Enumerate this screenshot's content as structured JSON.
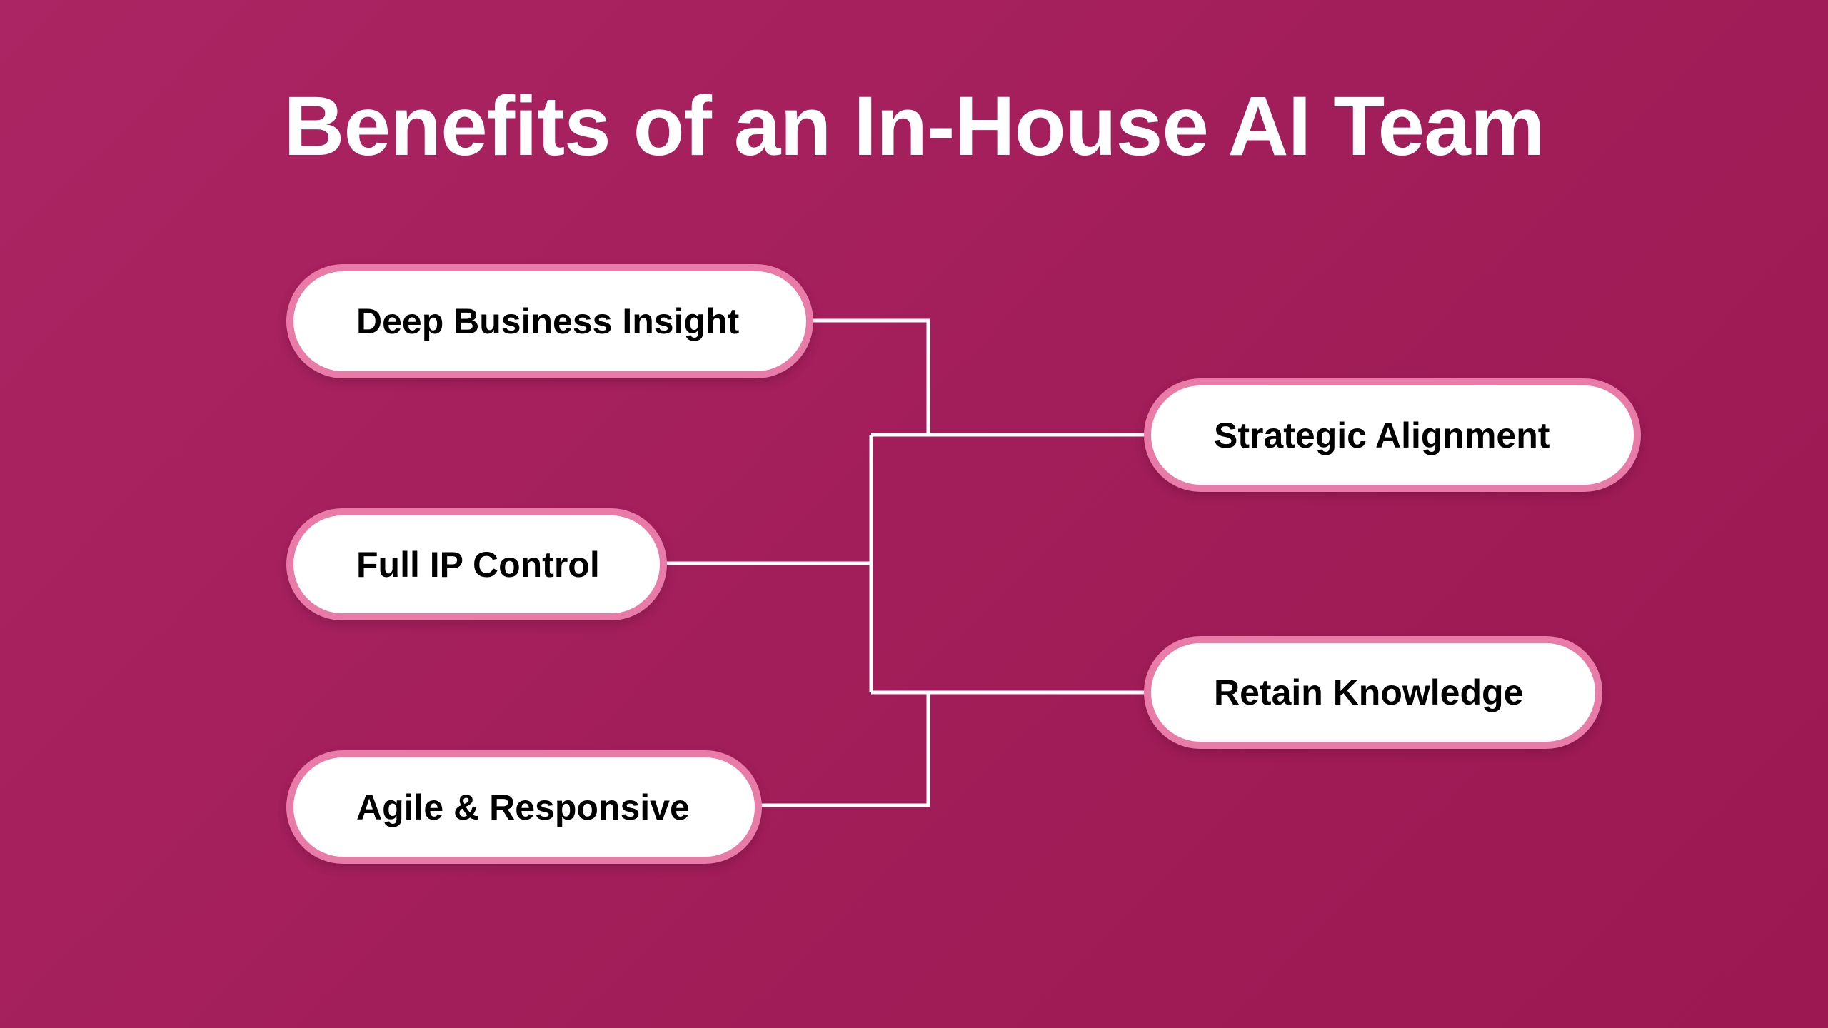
{
  "title": "Benefits of an In-House AI Team",
  "left_items": [
    {
      "label": "Deep Business Insight"
    },
    {
      "label": "Full IP Control"
    },
    {
      "label": "Agile & Responsive"
    }
  ],
  "right_items": [
    {
      "label": "Strategic Alignment"
    },
    {
      "label": "Retain Knowledge"
    }
  ],
  "colors": {
    "background": "#a21e5a",
    "pill_border": "#e97ba8",
    "connector": "#ffffff"
  }
}
